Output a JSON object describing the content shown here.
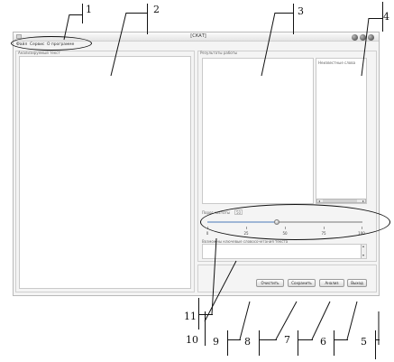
{
  "window": {
    "title": "[СКАТ]",
    "menu": {
      "items": [
        "Файл",
        "Сервис",
        "О программе"
      ]
    }
  },
  "left_panel": {
    "title": "Анализируемый текст"
  },
  "results": {
    "title": "Результаты работы",
    "unknown_words_label": "Неизвестные слова",
    "threshold_label": "Порог частоты",
    "threshold_value": "50",
    "slider_ticks": [
      "0",
      "25",
      "50",
      "75",
      "100"
    ],
    "slider_value": 45,
    "possible_key_label": "Возможны ключевые словосочетания текста"
  },
  "buttons": {
    "clear": "Очистить",
    "save": "Сохранить",
    "analyze": "Анализ",
    "exit": "Выход"
  },
  "annotations": [
    "1",
    "2",
    "3",
    "4",
    "5",
    "6",
    "7",
    "8",
    "9",
    "10",
    "11"
  ]
}
